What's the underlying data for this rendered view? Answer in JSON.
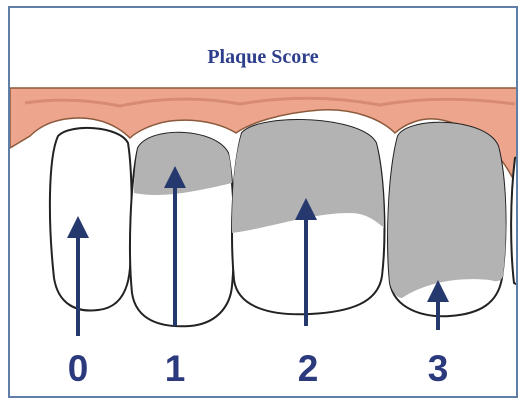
{
  "title": "Plaque Score",
  "scores": [
    "0",
    "1",
    "2",
    "3"
  ],
  "colors": {
    "title": "#2c3e8c",
    "score_text": "#2b3a7c",
    "arrow": "#26396f",
    "plaque": "#b3b3b3",
    "gum": "#eea58e",
    "frame": "#5f7fa8"
  }
}
